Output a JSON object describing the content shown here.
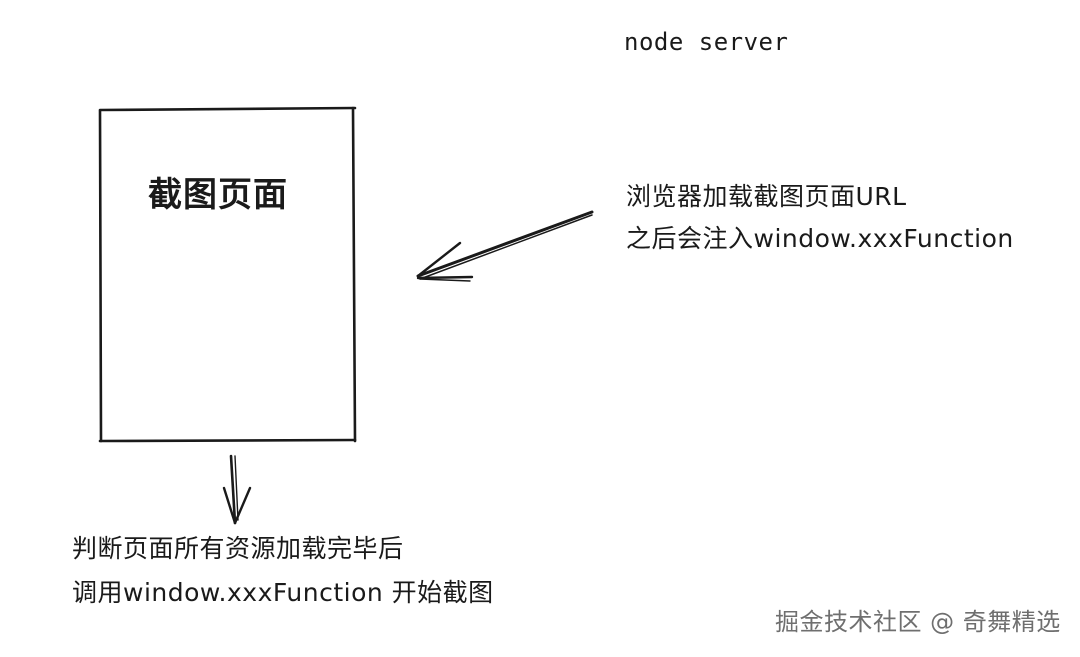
{
  "diagram": {
    "title": "node server",
    "box_label": "截图页面",
    "right_note_line1": "浏览器加载截图页面URL",
    "right_note_line2": "之后会注入window.xxxFunction",
    "bottom_note_line1": "判断页面所有资源加载完毕后",
    "bottom_note_line2": "调用window.xxxFunction   开始截图"
  },
  "watermark": {
    "text": "掘金技术社区 @ 奇舞精选"
  },
  "colors": {
    "stroke": "#1a1a1a",
    "watermark": "#6f6f6f"
  }
}
